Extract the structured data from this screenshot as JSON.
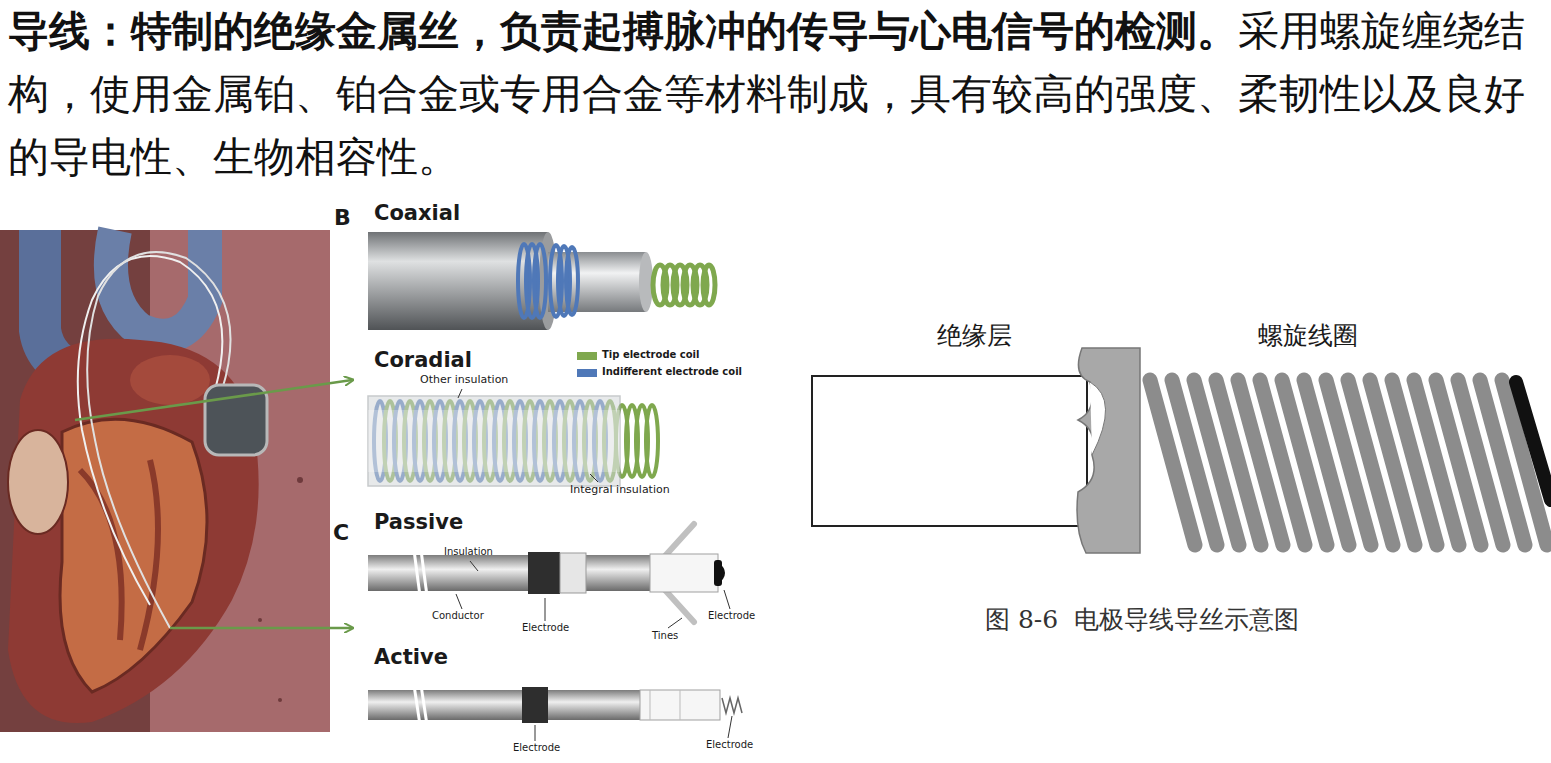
{
  "diagram": {
    "caption": "图 8-6  电极导线导丝示意图",
    "labels": [
      "导线：特制的绝缘金属丝，负责起搏脉冲的传导与心电信号的检测。",
      "采用螺旋缠绕结构，使用金属铂、铂合金或专用合金等材料制成，具有较高的强度、柔韧性以及良好的导电性、生物相容性。",
      "B",
      "Coaxial",
      "Coradial",
      "Other insulation",
      "Integral insulation",
      "C",
      "Passive",
      "Insulation",
      "Conductor",
      "Electrode",
      "Tines",
      "Electrode",
      "Active",
      "Electrode",
      "Electrode",
      "绝缘层",
      "螺旋线圈"
    ],
    "legend": [
      {
        "text": "Tip electrode coil",
        "color": "#7fa84e"
      },
      {
        "text": "Indifferent electrode coil",
        "color": "#4f78b8"
      }
    ]
  }
}
